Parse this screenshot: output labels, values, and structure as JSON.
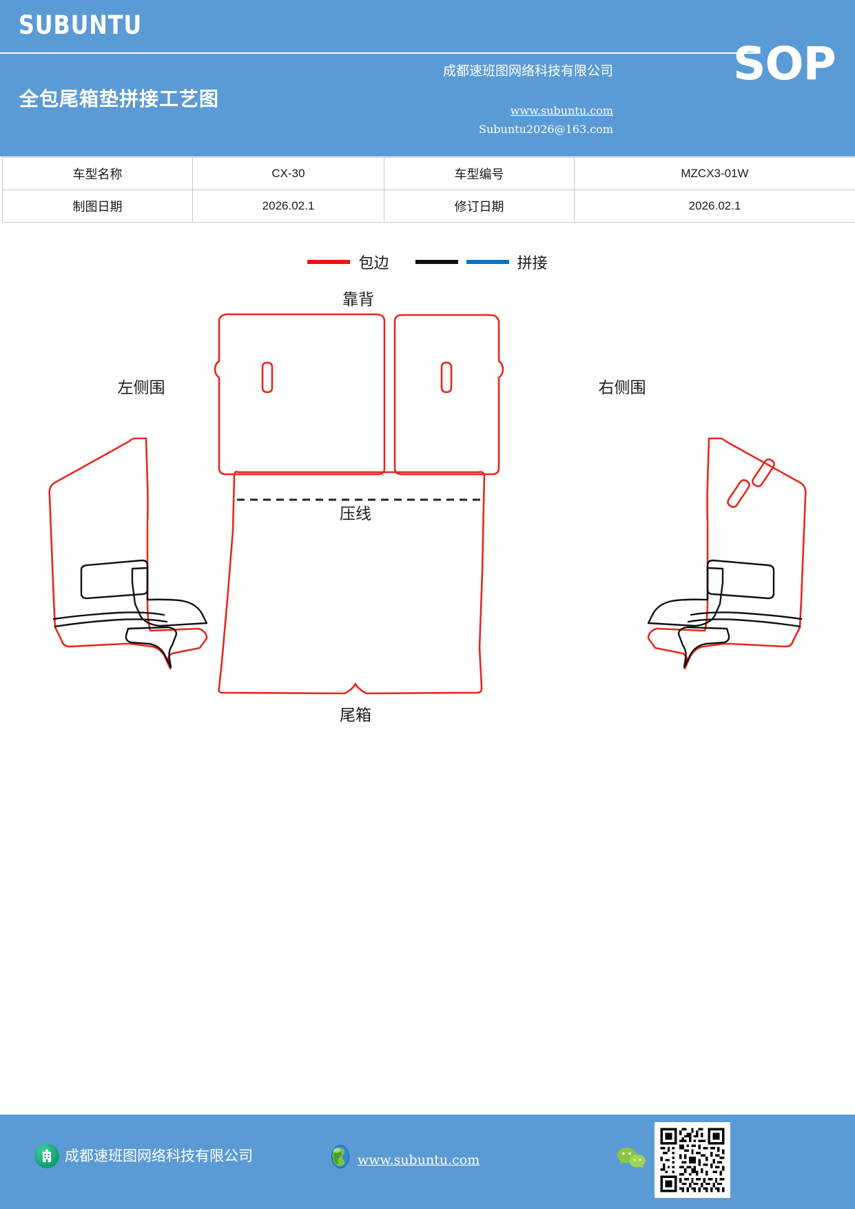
{
  "header": {
    "brand": "SUBUNTU",
    "doc_title": "全包尾箱垫拼接工艺图",
    "company": "成都速班图网络科技有限公司",
    "website": "www.subuntu.com",
    "email": "Subuntu2026@163.com",
    "sop_tag": "SOP",
    "background_color": "#5b9bd5"
  },
  "info_table": {
    "rows": [
      {
        "label_1": "车型名称",
        "value_1": "CX-30",
        "label_2": "车型编号",
        "value_2": "MZCX3-01W"
      },
      {
        "label_1": "制图日期",
        "value_1": "2026.02.1",
        "label_2": "修订日期",
        "value_2": "2026.02.1"
      }
    ]
  },
  "legend": {
    "items": [
      {
        "label": "包边",
        "color": "#ee1111",
        "icon": "line-swatch-icon"
      },
      {
        "label": "拼接",
        "color": "#111111",
        "icon": "line-swatch-icon"
      },
      {
        "label": "拼接",
        "color": "#0b73c4",
        "icon": "line-swatch-icon"
      }
    ],
    "binding_label": "包边",
    "splice_label": "拼接"
  },
  "diagram": {
    "labels": {
      "seat_back": "靠背",
      "left_side": "左侧围",
      "right_side": "右侧围",
      "crease": "压线",
      "trunk": "尾箱"
    },
    "colors": {
      "outline": "#e8271c",
      "seam": "#111111",
      "crease": "#222222"
    }
  },
  "footer": {
    "company": "成都速班图网络科技有限公司",
    "website": "www.subuntu.com",
    "company_icon": "building-icon",
    "globe_icon": "globe-icon",
    "wechat_icon": "wechat-icon",
    "qr_icon": "qr-code-icon",
    "background_color": "#5b9bd5"
  }
}
